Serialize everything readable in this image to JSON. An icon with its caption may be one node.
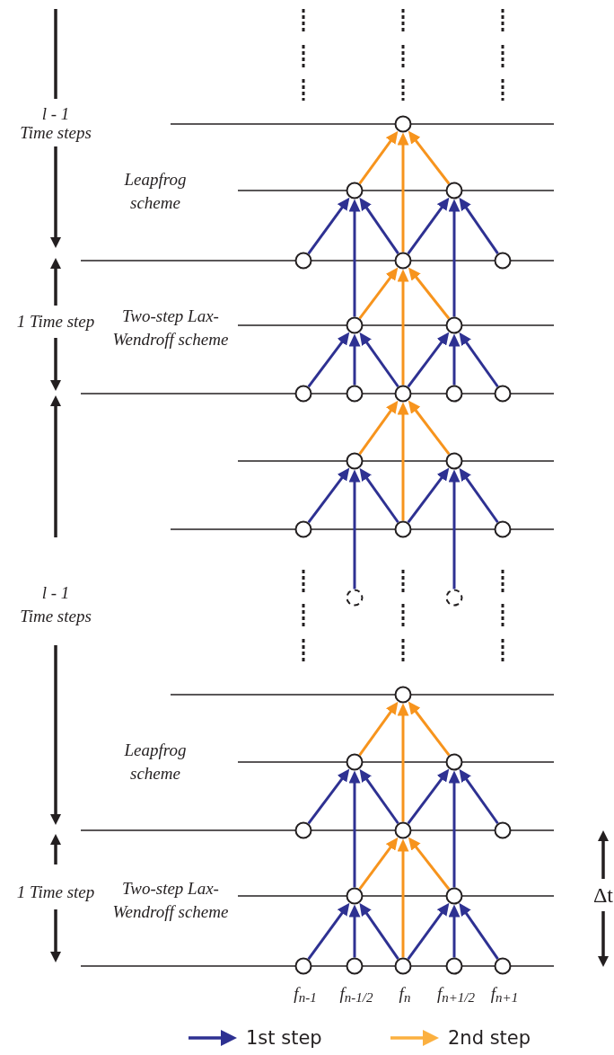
{
  "diagram": {
    "nodes": [
      {
        "text": [],
        "shape": "circle"
      },
      {
        "text": [],
        "shape": "circle"
      },
      {
        "text": [],
        "shape": "circle"
      },
      {
        "text": [],
        "shape": "circle"
      },
      {
        "text": [],
        "shape": "circle"
      },
      {
        "text": [],
        "shape": "circle"
      },
      {
        "text": [],
        "shape": "circle"
      },
      {
        "text": [],
        "shape": "circle"
      },
      {
        "text": [],
        "shape": "circle"
      },
      {
        "text": [],
        "shape": "circle"
      },
      {
        "text": [],
        "shape": "circle"
      },
      {
        "text": [],
        "shape": "circle"
      },
      {
        "text": [],
        "shape": "circle"
      },
      {
        "text": [],
        "shape": "circle"
      },
      {
        "text": [],
        "shape": "circle"
      },
      {
        "text": [],
        "shape": "circle"
      },
      {
        "text": [],
        "shape": "circle"
      },
      {
        "text": [],
        "shape": "circle"
      },
      {
        "text": [],
        "shape": "circle"
      },
      {
        "text": [],
        "shape": "circle"
      },
      {
        "text": [],
        "shape": "circle"
      },
      {
        "text": [],
        "shape": "circle"
      },
      {
        "text": [],
        "shape": "circle"
      },
      {
        "text": [],
        "shape": "circle"
      },
      {
        "text": [],
        "shape": "circle"
      },
      {
        "text": [],
        "shape": "circle"
      },
      {
        "text": [],
        "shape": "circle"
      },
      {
        "text": [],
        "shape": "circle"
      },
      {
        "text": [],
        "shape": "circle",
        "beside": [
          "f$_{n-1}$"
        ]
      },
      {
        "text": [],
        "shape": "circle",
        "beside": [
          "f$_{n-1/2}$"
        ]
      },
      {
        "text": [],
        "shape": "circle",
        "beside": [
          "f$_{n}$"
        ]
      },
      {
        "text": [],
        "shape": "circle",
        "beside": [
          "f$_{n+1/2}$"
        ]
      },
      {
        "text": [],
        "shape": "circle",
        "beside": [
          "f$_{n+1}$"
        ]
      }
    ],
    "edges": [
      {
        "from": 3,
        "to": 1,
        "arrow": "to"
      },
      {
        "from": 4,
        "to": 1,
        "arrow": "to"
      },
      {
        "from": 4,
        "to": 2,
        "arrow": "to"
      },
      {
        "from": 5,
        "to": 2,
        "arrow": "to"
      },
      {
        "from": 6,
        "to": 1,
        "arrow": "to"
      },
      {
        "from": 7,
        "to": 2,
        "arrow": "to"
      },
      {
        "from": 1,
        "to": 0,
        "arrow": "to",
        "color": "#f7941d"
      },
      {
        "from": 4,
        "to": 0,
        "arrow": "to",
        "color": "#f7941d"
      },
      {
        "from": 2,
        "to": 0,
        "arrow": "to",
        "color": "#f7941d"
      },
      {
        "from": 8,
        "to": 6,
        "arrow": "to"
      },
      {
        "from": 9,
        "to": 6,
        "arrow": "to"
      },
      {
        "from": 10,
        "to": 6,
        "arrow": "to"
      },
      {
        "from": 10,
        "to": 7,
        "arrow": "to"
      },
      {
        "from": 11,
        "to": 7,
        "arrow": "to"
      },
      {
        "from": 12,
        "to": 7,
        "arrow": "to"
      },
      {
        "from": 6,
        "to": 4,
        "arrow": "to",
        "color": "#f7941d"
      },
      {
        "from": 10,
        "to": 4,
        "arrow": "to",
        "color": "#f7941d"
      },
      {
        "from": 7,
        "to": 4,
        "arrow": "to",
        "color": "#f7941d"
      },
      {
        "from": 15,
        "to": 13,
        "arrow": "to"
      },
      {
        "from": 16,
        "to": 13,
        "arrow": "to"
      },
      {
        "from": 16,
        "to": 14,
        "arrow": "to"
      },
      {
        "from": 17,
        "to": 14,
        "arrow": "to"
      },
      {
        "from": 18,
        "to": 13,
        "arrow": "to"
      },
      {
        "from": 19,
        "to": 14,
        "arrow": "to"
      },
      {
        "from": 13,
        "to": 10,
        "arrow": "to",
        "color": "#f7941d"
      },
      {
        "from": 16,
        "to": 10,
        "arrow": "to",
        "color": "#f7941d"
      },
      {
        "from": 14,
        "to": 10,
        "arrow": "to",
        "color": "#f7941d"
      },
      {
        "from": 23,
        "to": 21,
        "arrow": "to"
      },
      {
        "from": 24,
        "to": 21,
        "arrow": "to"
      },
      {
        "from": 24,
        "to": 22,
        "arrow": "to"
      },
      {
        "from": 25,
        "to": 22,
        "arrow": "to"
      },
      {
        "from": 26,
        "to": 21,
        "arrow": "to"
      },
      {
        "from": 27,
        "to": 22,
        "arrow": "to"
      },
      {
        "from": 21,
        "to": 20,
        "arrow": "to",
        "color": "#f7941d"
      },
      {
        "from": 24,
        "to": 20,
        "arrow": "to",
        "color": "#f7941d"
      },
      {
        "from": 22,
        "to": 20,
        "arrow": "to",
        "color": "#f7941d"
      },
      {
        "from": 28,
        "to": 26,
        "arrow": "to"
      },
      {
        "from": 29,
        "to": 26,
        "arrow": "to"
      },
      {
        "from": 30,
        "to": 26,
        "arrow": "to"
      },
      {
        "from": 30,
        "to": 27,
        "arrow": "to"
      },
      {
        "from": 31,
        "to": 27,
        "arrow": "to"
      },
      {
        "from": 32,
        "to": 27,
        "arrow": "to"
      },
      {
        "from": 26,
        "to": 24,
        "arrow": "to",
        "color": "#f7941d"
      },
      {
        "from": 30,
        "to": 24,
        "arrow": "to",
        "color": "#f7941d"
      },
      {
        "from": 27,
        "to": 24,
        "arrow": "to",
        "color": "#f7941d"
      }
    ],
    "labels": [
      "l - 1",
      "Time steps",
      "Leapfrog scheme",
      "1 Time step",
      "Two-step Lax-Wendroff scheme",
      "l - 1",
      "Time steps",
      "Leapfrog scheme",
      "1 Time step",
      "Two-step Lax-Wendroff scheme",
      "Δt"
    ],
    "legend": [
      {
        "text": "1st step",
        "color": "#2e3192"
      },
      {
        "text": "2nd step",
        "color": "#fbb040"
      }
    ]
  }
}
